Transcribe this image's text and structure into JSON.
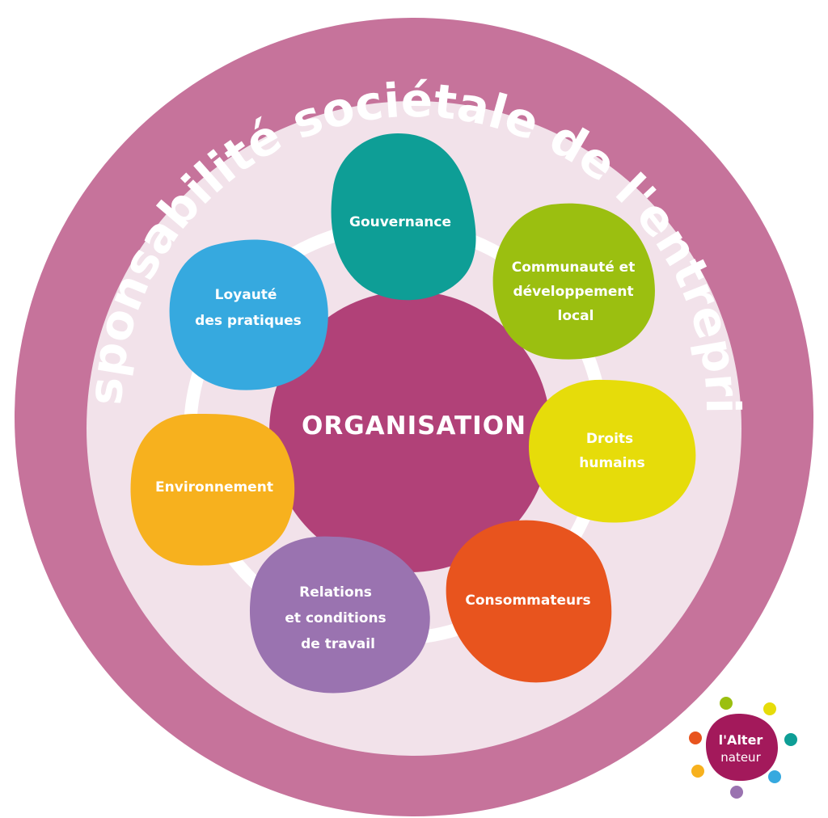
{
  "title": "Responsabilité sociétale de l'entreprise",
  "center": {
    "label": "ORGANISATION",
    "color": "#b14178"
  },
  "colors": {
    "outer_ring": "#c6739b",
    "inner_disc": "#f2e2ea",
    "track": "#ffffff"
  },
  "themes": [
    {
      "id": "gouvernance",
      "lines": [
        "Gouvernance"
      ],
      "color": "#0e9e96"
    },
    {
      "id": "communaute",
      "lines": [
        "Communauté et",
        "développement",
        "local"
      ],
      "color": "#9bbf10"
    },
    {
      "id": "droits-humains",
      "lines": [
        "Droits",
        "humains"
      ],
      "color": "#e6dc0a"
    },
    {
      "id": "consommateurs",
      "lines": [
        "Consommateurs"
      ],
      "color": "#e8541e"
    },
    {
      "id": "relations-travail",
      "lines": [
        "Relations",
        "et conditions",
        "de travail"
      ],
      "color": "#9a73b0"
    },
    {
      "id": "environnement",
      "lines": [
        "Environnement"
      ],
      "color": "#f7b11e"
    },
    {
      "id": "loyaute",
      "lines": [
        "Loyauté",
        "des pratiques"
      ],
      "color": "#36a9df"
    }
  ],
  "logo": {
    "line1": "l'Alter",
    "line2": "nateur",
    "color": "#a3195b",
    "dot_colors": [
      "#9bbf10",
      "#e6dc0a",
      "#0e9e96",
      "#e8541e",
      "#f7b11e",
      "#36a9df",
      "#9a73b0"
    ]
  }
}
